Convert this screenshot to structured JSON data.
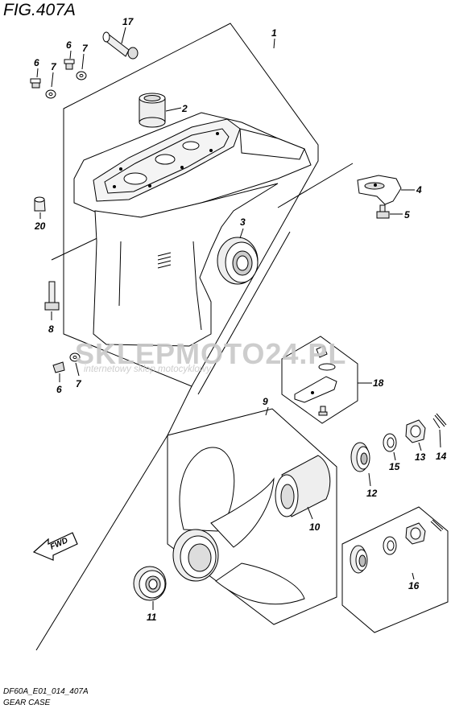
{
  "figure": {
    "title": "FIG.407A",
    "code": "DF60A_E01_014_407A",
    "caption": "GEAR CASE"
  },
  "watermark": {
    "main": "SKLEPMOTO24.PL",
    "sub": "internetowy sklep motocyklowy",
    "color_grey": "#c8c8c8",
    "color_red": "#e8a0a0"
  },
  "fwd_label": "FWD",
  "callouts": {
    "c1": "1",
    "c2": "2",
    "c3": "3",
    "c4": "4",
    "c5": "5",
    "c6a": "6",
    "c6b": "6",
    "c6c": "6",
    "c7a": "7",
    "c7b": "7",
    "c7c": "7",
    "c8": "8",
    "c9": "9",
    "c10": "10",
    "c11": "11",
    "c12": "12",
    "c13": "13",
    "c14": "14",
    "c15": "15",
    "c16": "16",
    "c17": "17",
    "c18": "18",
    "c20": "20"
  }
}
